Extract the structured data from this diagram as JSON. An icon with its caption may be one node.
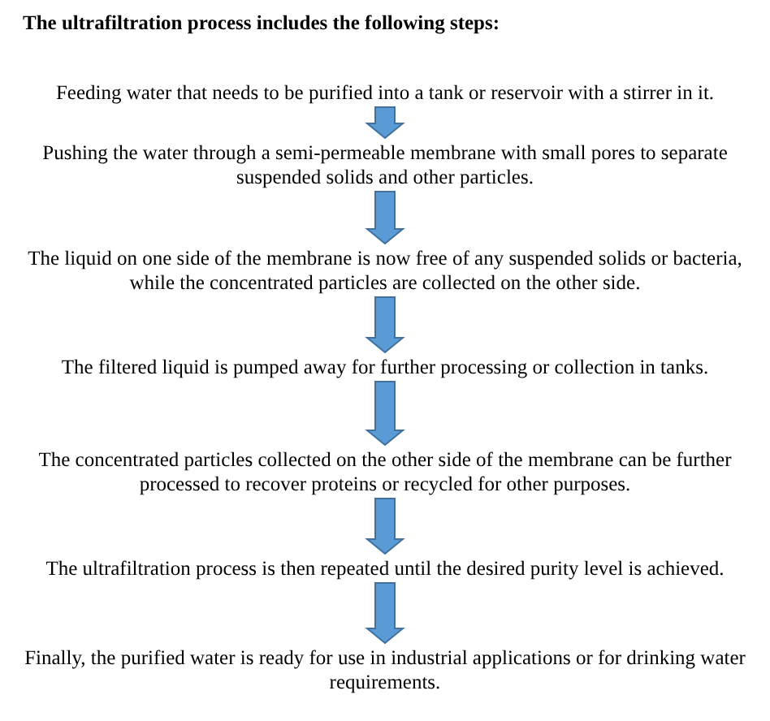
{
  "diagram": {
    "title": "The ultrafiltration process includes the following steps:",
    "nodes": [
      {
        "text": [
          "Feeding water that needs to be purified into a tank or reservoir with a stirrer in it."
        ]
      },
      {
        "text": [
          "Pushing the water through a semi-permeable membrane with small pores to separate suspended solids and other particles."
        ]
      },
      {
        "text": [
          "The liquid on one side of the membrane is now free of any suspended solids or bacteria, while the concentrated particles are collected on the other side."
        ]
      },
      {
        "text": [
          "The filtered liquid is pumped away for further processing or collection in tanks."
        ]
      },
      {
        "text": [
          "The concentrated particles collected on the other side of the membrane can be further processed to recover proteins or recycled for other purposes."
        ]
      },
      {
        "text": [
          "The ultrafiltration process is then repeated until the desired purity level is achieved."
        ]
      },
      {
        "text": [
          "Finally, the purified water is ready for use in industrial applications or for drinking water requirements."
        ]
      }
    ],
    "edges": [
      {
        "from": 0,
        "to": 1,
        "arrow": "to"
      },
      {
        "from": 1,
        "to": 2,
        "arrow": "to"
      },
      {
        "from": 2,
        "to": 3,
        "arrow": "to"
      },
      {
        "from": 3,
        "to": 4,
        "arrow": "to"
      },
      {
        "from": 4,
        "to": 5,
        "arrow": "to"
      },
      {
        "from": 5,
        "to": 6,
        "arrow": "to"
      }
    ]
  }
}
